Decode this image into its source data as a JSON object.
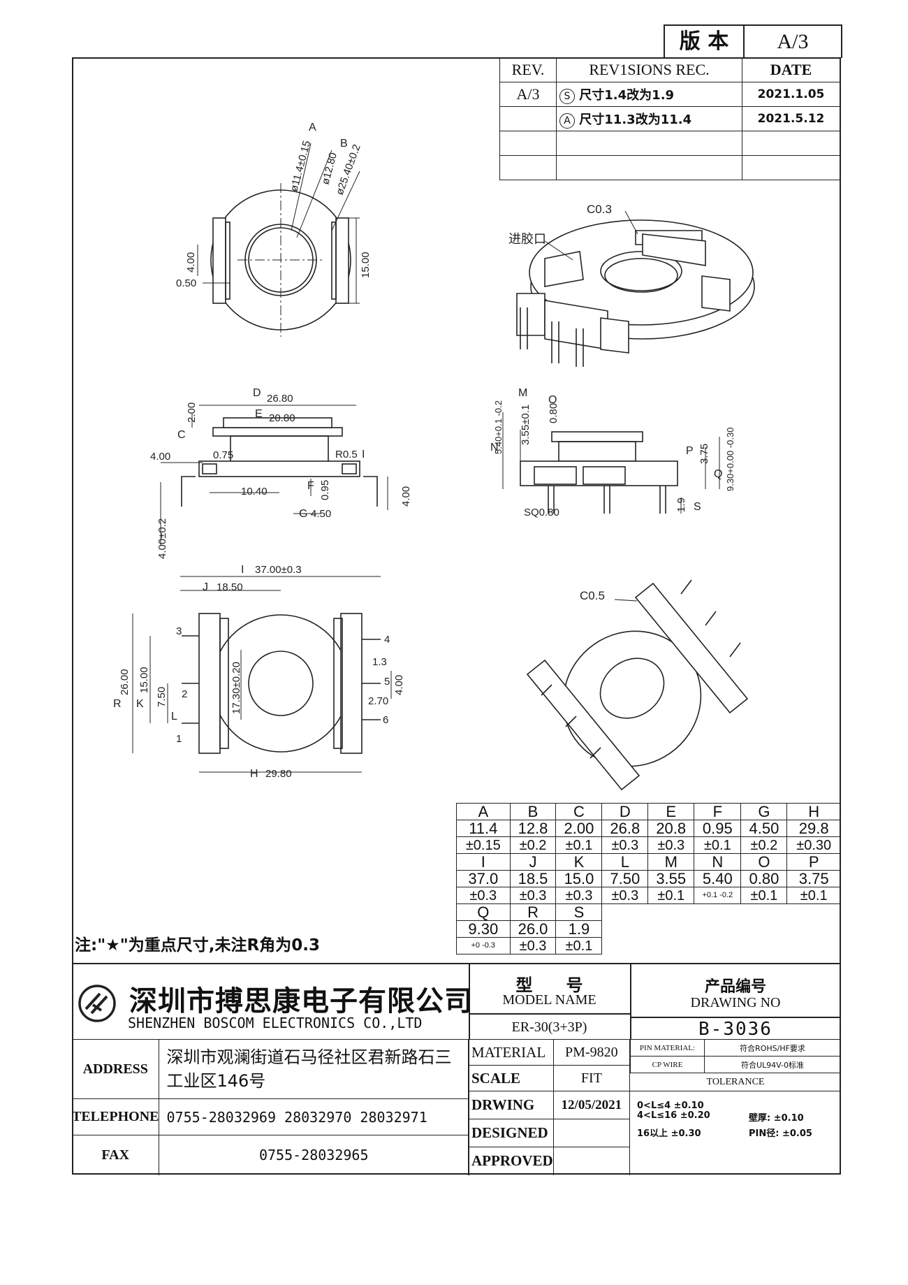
{
  "version": {
    "label": "版 本",
    "value": "A/3"
  },
  "revisions": {
    "headers": [
      "REV.",
      "REV1SIONS REC.",
      "DATE"
    ],
    "rows": [
      {
        "rev": "A/3",
        "mark": "S",
        "text": "尺寸1.4改为1.9",
        "date": "2021.1.05"
      },
      {
        "rev": "",
        "mark": "A",
        "text": "尺寸11.3改为11.4",
        "date": "2021.5.12"
      },
      {
        "rev": "",
        "mark": "",
        "text": "",
        "date": ""
      },
      {
        "rev": "",
        "mark": "",
        "text": "",
        "date": ""
      }
    ]
  },
  "drawing_labels": {
    "top_view": {
      "dims": [
        "ø11.4±0.15",
        "ø12.80",
        "ø25.40±0.2",
        "4.00",
        "0.50",
        "15.00"
      ],
      "marks": [
        "A",
        "B"
      ]
    },
    "iso_top": {
      "chamfer": "C0.3",
      "gate": "进胶口"
    },
    "front_view": {
      "dims": [
        "26.80",
        "20.80",
        "2.00",
        "4.00",
        "0.75",
        "R0.5",
        "0.95",
        "10.40",
        "4.50",
        "4.00",
        "4.00±0.2"
      ],
      "marks": [
        "D",
        "E",
        "C",
        "I",
        "F",
        "G"
      ]
    },
    "side_view": {
      "dims": [
        "5.40+0.1 -0.2",
        "3.55±0.1",
        "0.80",
        "3.75",
        "9.30+0.00 -0.30",
        "SQ0.80",
        "1.9"
      ],
      "marks": [
        "M",
        "O",
        "N",
        "P",
        "Q",
        "S"
      ]
    },
    "bottom_view": {
      "dims": [
        "37.00±0.3",
        "18.50",
        "26.00",
        "15.00",
        "7.50",
        "17.30±0.20",
        "1.3",
        "4.00",
        "2.70",
        "29.80"
      ],
      "marks": [
        "I",
        "J",
        "R",
        "K",
        "L",
        "H"
      ],
      "pins": [
        "3",
        "2",
        "1",
        "4",
        "5",
        "6"
      ]
    },
    "iso_bottom": {
      "chamfer": "C0.5"
    }
  },
  "dim_table": {
    "rows": [
      [
        "A",
        "B",
        "C",
        "D",
        "E",
        "F",
        "G",
        "H"
      ],
      [
        "11.4",
        "12.8",
        "2.00",
        "26.8",
        "20.8",
        "0.95",
        "4.50",
        "29.8"
      ],
      [
        "±0.15",
        "±0.2",
        "±0.1",
        "±0.3",
        "±0.3",
        "±0.1",
        "±0.2",
        "±0.30"
      ],
      [
        "I",
        "J",
        "K",
        "L",
        "M",
        "N",
        "O",
        "P"
      ],
      [
        "37.0",
        "18.5",
        "15.0",
        "7.50",
        "3.55",
        "5.40",
        "0.80",
        "3.75"
      ],
      [
        "±0.3",
        "±0.3",
        "±0.3",
        "±0.3",
        "±0.1",
        "+0.1 -0.2",
        "±0.1",
        "±0.1"
      ],
      [
        "Q",
        "R",
        "S"
      ],
      [
        "9.30",
        "26.0",
        "1.9"
      ],
      [
        "+0 -0.3",
        "±0.3",
        "±0.1"
      ]
    ]
  },
  "note": "注:\"★\"为重点尺寸,未注R角为0.3",
  "company": {
    "name_cn": "深圳市搏思康电子有限公司",
    "name_en": "SHENZHEN BOSCOM ELECTRONICS CO.,LTD"
  },
  "model": {
    "label_cn": "型　　号",
    "label_en": "MODEL NAME",
    "value": "ER-30(3+3P)"
  },
  "drawing_no": {
    "label_cn": "产品编号",
    "label_en": "DRAWING NO",
    "value": "B-3036"
  },
  "address": {
    "label": "ADDRESS",
    "value": "深圳市观澜街道石马径社区君新路石三工业区146号"
  },
  "telephone": {
    "label": "TELEPHONE",
    "value": "0755-28032969 28032970 28032971"
  },
  "fax": {
    "label": "FAX",
    "value": "0755-28032965"
  },
  "material": {
    "label": "MATERIAL",
    "value": "PM-9820"
  },
  "scale": {
    "label": "SCALE",
    "value": "FIT"
  },
  "drawing_date": {
    "label": "DRWING",
    "value": "12/05/2021"
  },
  "designed": {
    "label": "DESIGNED",
    "value": ""
  },
  "approved": {
    "label": "APPROVED",
    "value": ""
  },
  "pin_material": {
    "label": "PIN MATERIAL:",
    "value": "符合ROHS/HF要求"
  },
  "cp_wire": {
    "label": "CP WIRE",
    "value": "符合UL94V-0标准"
  },
  "tolerance": {
    "label": "TOLERANCE",
    "lines": [
      "0<L≤4 ±0.10",
      "4<L≤16 ±0.20",
      "16以上 ±0.30"
    ],
    "wall": "壁厚: ±0.10",
    "pin": "PIN径: ±0.05"
  }
}
